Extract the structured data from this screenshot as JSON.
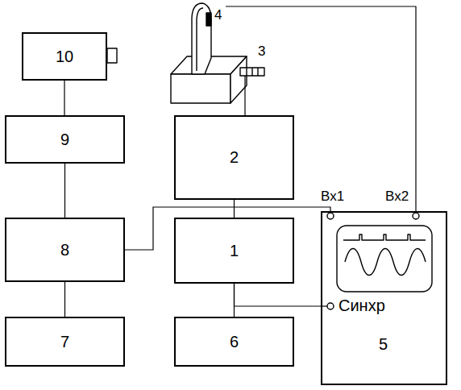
{
  "diagram": {
    "nodes": [
      {
        "text": [
          "10"
        ]
      },
      {
        "text": [
          "9"
        ]
      },
      {
        "text": [
          "8"
        ]
      },
      {
        "text": [
          "7"
        ]
      },
      {
        "text": [
          "2"
        ]
      },
      {
        "text": [
          "1"
        ]
      },
      {
        "text": [
          "6"
        ]
      },
      {
        "text": [
          "Синхр",
          "5"
        ]
      }
    ],
    "edges": [
      {
        "from": 0,
        "to": 1,
        "arrow": "none"
      },
      {
        "from": 1,
        "to": 2,
        "arrow": "none"
      },
      {
        "from": 2,
        "to": 3,
        "arrow": "none"
      },
      {
        "from": 4,
        "to": 5,
        "arrow": "none"
      },
      {
        "from": 5,
        "to": 6,
        "arrow": "none"
      },
      {
        "from": 5,
        "to": 7,
        "arrow": "none"
      },
      {
        "from": 2,
        "to": 7,
        "arrow": "none"
      }
    ],
    "labels": [
      "4",
      "3",
      "Вх1",
      "Вх2"
    ]
  }
}
